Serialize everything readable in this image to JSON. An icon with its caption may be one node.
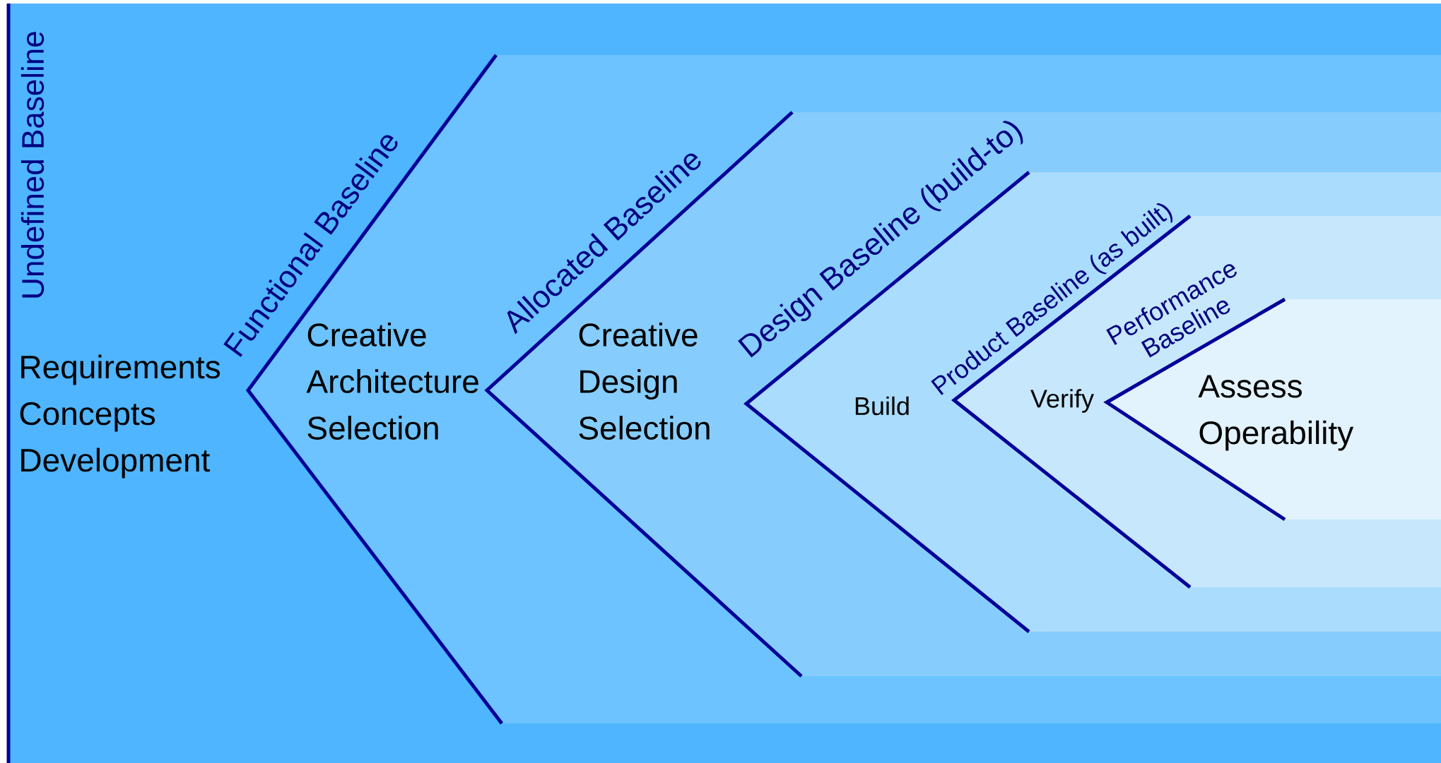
{
  "diagram": {
    "nodes": [
      {
        "text": [
          "Undefined Baseline",
          "Requirements Concepts Development"
        ]
      },
      {
        "text": [
          "Functional Baseline",
          "Creative Architecture Selection"
        ],
        "in": 0
      },
      {
        "text": [
          "Allocated Baseline",
          "Creative Design Selection"
        ],
        "in": 1
      },
      {
        "text": [
          "Design Baseline (build-to)",
          "Build"
        ],
        "in": 2
      },
      {
        "text": [
          "Product Baseline (as built)",
          "Verify"
        ],
        "in": 3
      },
      {
        "text": [
          "Performance Baseline",
          "Assess Operability"
        ],
        "in": 4
      }
    ]
  }
}
